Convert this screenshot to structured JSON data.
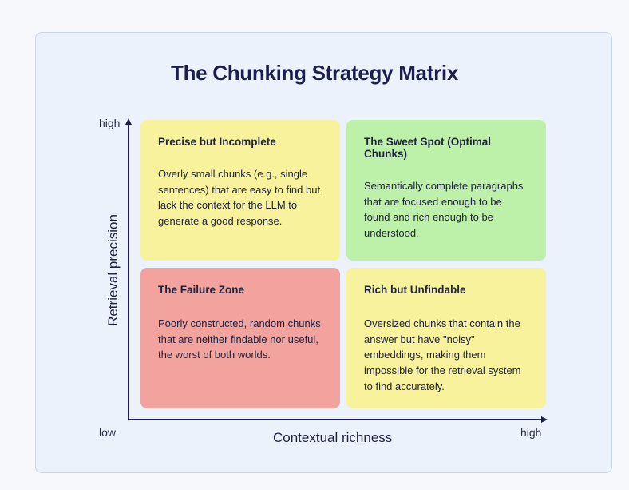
{
  "title": "The Chunking Strategy Matrix",
  "axes": {
    "x_label": "Contextual richness",
    "y_label": "Retrieval precision",
    "origin_label": "low",
    "x_high_label": "high",
    "y_high_label": "high"
  },
  "quadrants": {
    "top_left": {
      "heading": "Precise but Incomplete",
      "body": "Overly small chunks (e.g., single sentences) that are easy to find but lack the context for the LLM to generate a good response.",
      "color": "#f8f29c"
    },
    "top_right": {
      "heading": "The Sweet Spot (Optimal Chunks)",
      "body": "Semantically complete paragraphs that are focused enough to be found and rich enough to be understood.",
      "color": "#bdf0a9"
    },
    "bottom_left": {
      "heading": "The Failure Zone",
      "body": "Poorly constructed, random chunks that are neither findable nor useful, the worst of both worlds.",
      "color": "#f2a39e"
    },
    "bottom_right": {
      "heading": "Rich but Unfindable",
      "body": "Oversized chunks that contain the answer but have \"noisy\" embeddings, making them impossible for the retrieval system to find accurately.",
      "color": "#f8f29c"
    }
  }
}
